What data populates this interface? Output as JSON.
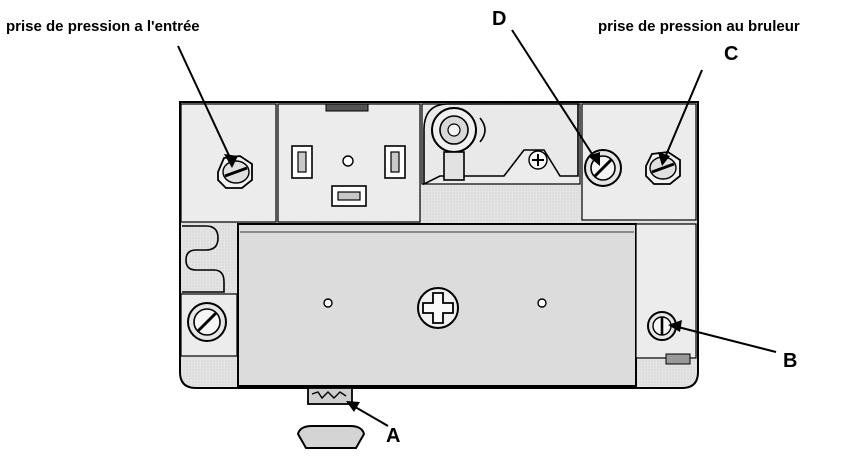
{
  "labels": {
    "inlet_pressure_tap": "prise de pression a l'entrée",
    "burner_pressure_tap": "prise de pression au bruleur",
    "a": "A",
    "b": "B",
    "c": "C",
    "d": "D"
  },
  "colors": {
    "line": "#000000",
    "body_fill": "#e8e8e8",
    "cover_fill": "#dcdcdc",
    "panel_fill": "#ececec",
    "background": "#ffffff"
  }
}
